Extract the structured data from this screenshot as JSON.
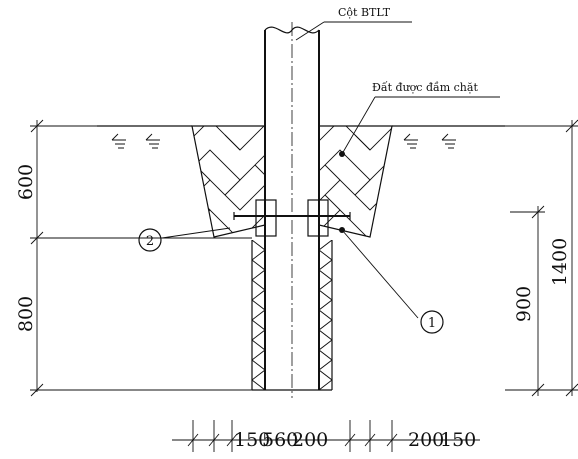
{
  "labels": {
    "pole": "Cột BTLT",
    "soil": "Đất được đầm chặt"
  },
  "callouts": [
    "1",
    "2"
  ],
  "dimensions": {
    "left_upper": "600",
    "left_lower": "800",
    "right_inner": "900",
    "right_outer": "1400",
    "bottom_left": "150",
    "bottom_center_a": "560",
    "bottom_center_b": "200",
    "bottom_right_a": "200",
    "bottom_right_b": "150"
  }
}
